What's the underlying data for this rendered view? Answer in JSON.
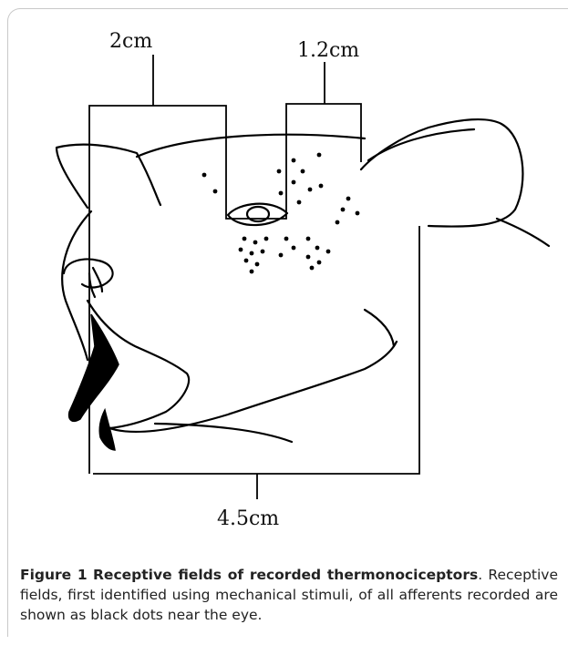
{
  "figure": {
    "labels": {
      "top_left": "2cm",
      "top_right": "1.2cm",
      "bottom": "4.5cm"
    }
  },
  "caption": {
    "label": "Figure 1",
    "title": "Receptive fields of recorded thermonociceptors",
    "body": ". Receptive fields, first identified using mechanical stimuli, of all afferents recorded are shown as black dots near the eye."
  }
}
